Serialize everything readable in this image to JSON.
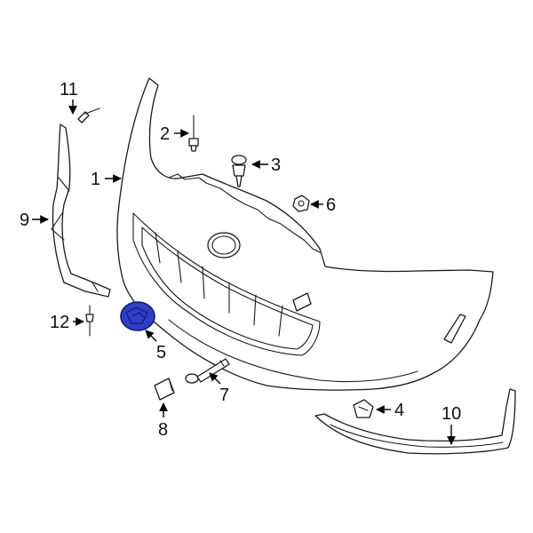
{
  "diagram": {
    "highlight_color": "#2f3fc4",
    "highlight_stroke": "#0b1a7a",
    "callouts": {
      "c1": "1",
      "c2": "2",
      "c3": "3",
      "c4": "4",
      "c5": "5",
      "c6": "6",
      "c7": "7",
      "c8": "8",
      "c9": "9",
      "c10": "10",
      "c11": "11",
      "c12": "12"
    }
  }
}
